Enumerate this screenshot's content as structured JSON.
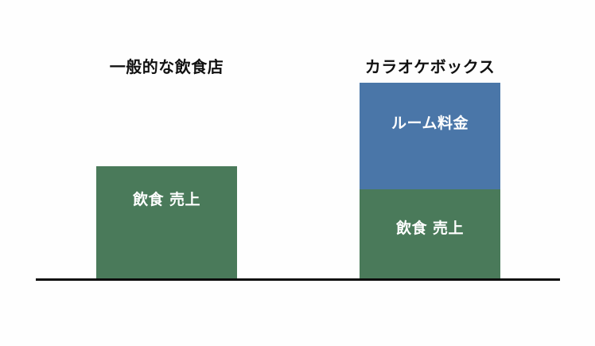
{
  "colors": {
    "food_sales": "#4a7a5a",
    "room_fee": "#4a76a8",
    "baseline": "#0d0d0d",
    "title_text": "#111111",
    "bar_text": "#ffffff"
  },
  "columns": [
    {
      "title": "一般的な飲食店",
      "segments": [
        {
          "label": "飲食 売上",
          "color_key": "food_sales"
        }
      ]
    },
    {
      "title": "カラオケボックス",
      "segments": [
        {
          "label": "ルーム料金",
          "color_key": "room_fee"
        },
        {
          "label": "飲食 売上",
          "color_key": "food_sales"
        }
      ]
    }
  ],
  "chart_data": {
    "type": "bar",
    "stacked": true,
    "categories": [
      "一般的な飲食店",
      "カラオケボックス"
    ],
    "series": [
      {
        "name": "飲食 売上",
        "values": [
          141,
          112
        ]
      },
      {
        "name": "ルーム料金",
        "values": [
          0,
          134
        ]
      }
    ],
    "title": "",
    "xlabel": "",
    "ylabel": "",
    "axes_visible": false,
    "grid": false,
    "legend": "none (labels inside bars)"
  }
}
